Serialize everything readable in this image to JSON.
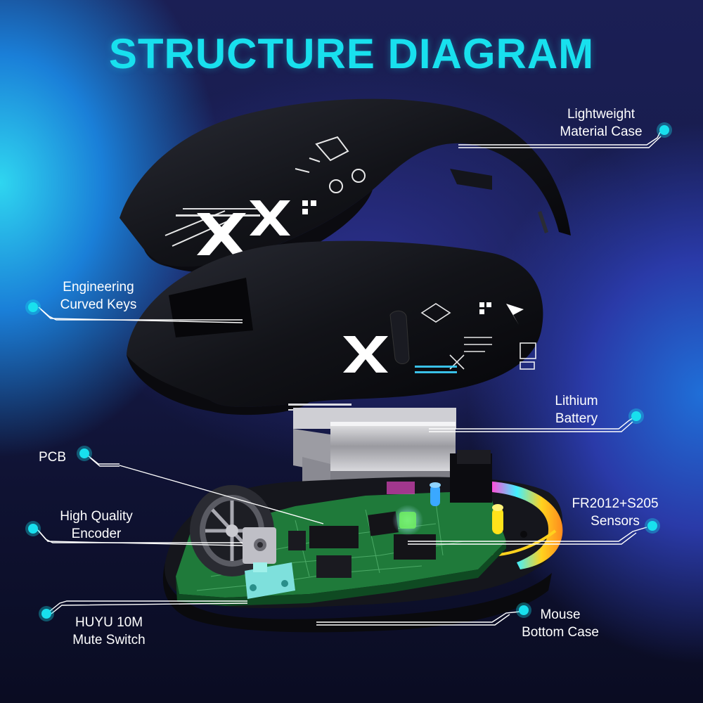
{
  "title": "STRUCTURE DIAGRAM",
  "colors": {
    "accent": "#18e0ee",
    "line": "#ffffff"
  },
  "labels": {
    "case": [
      "Lightweight",
      "Material Case"
    ],
    "keys": [
      "Engineering",
      "Curved Keys"
    ],
    "battery": [
      "Lithium",
      "Battery"
    ],
    "pcb": [
      "PCB"
    ],
    "encoder": [
      "High Quality",
      "Encoder"
    ],
    "sensors": [
      "FR2012+S205",
      "Sensors"
    ],
    "switch": [
      "HUYU 10M",
      "Mute Switch"
    ],
    "bottom": [
      "Mouse",
      "Bottom Case"
    ]
  }
}
